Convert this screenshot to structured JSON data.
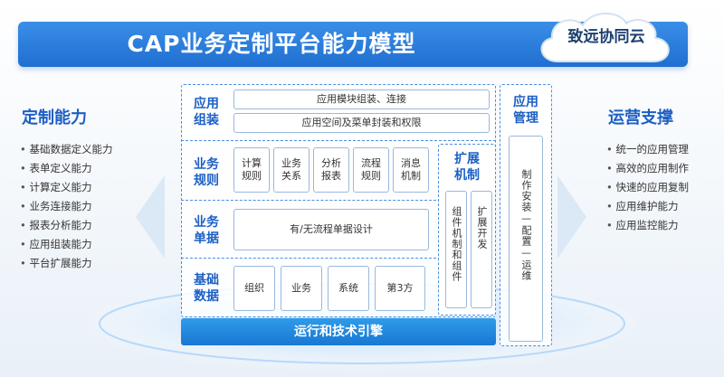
{
  "title": "CAP业务定制平台能力模型",
  "brand": "致远协同云",
  "left": {
    "title": "定制能力",
    "items": [
      "基础数据定义能力",
      "表单定义能力",
      "计算定义能力",
      "业务连接能力",
      "报表分析能力",
      "应用组装能力",
      "平台扩展能力"
    ]
  },
  "right": {
    "title": "运营支撑",
    "items": [
      "统一的应用管理",
      "高效的应用制作",
      "快速的应用复制",
      "应用维护能力",
      "应用监控能力"
    ]
  },
  "layers": {
    "app_assembly": {
      "label": "应用组装",
      "items": [
        "应用模块组装、连接",
        "应用空间及菜单封装和权限"
      ]
    },
    "business_rules": {
      "label": "业务规则",
      "items": [
        "计算规则",
        "业务关系",
        "分析报表",
        "流程规则",
        "消息机制"
      ]
    },
    "business_docs": {
      "label": "业务单据",
      "items": [
        "有/无流程单据设计"
      ]
    },
    "basic_data": {
      "label": "基础数据",
      "items": [
        "组织",
        "业务",
        "系统",
        "第3方"
      ]
    }
  },
  "extension": {
    "label": "扩展机制",
    "items": [
      "组件机制和组件",
      "扩展开发"
    ]
  },
  "app_management": {
    "label": "应用管理",
    "content": "制作安装—配置—运维"
  },
  "engine": "运行和技术引擎",
  "colors": {
    "accent": "#1c5fc4",
    "banner": "#1f6fd0",
    "engine": "#1877d3",
    "border": "#4a8ee0"
  }
}
